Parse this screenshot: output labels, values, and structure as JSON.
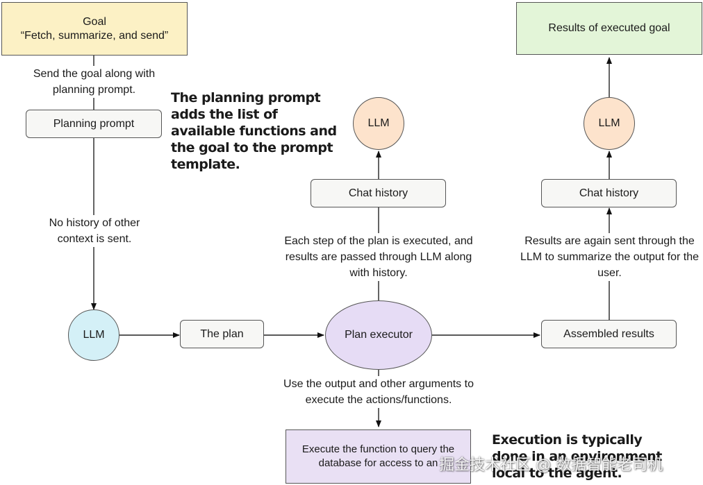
{
  "goal": {
    "title": "Goal",
    "text": "“Fetch, summarize, and send”"
  },
  "results_box": "Results of executed goal",
  "planning_prompt": "Planning prompt",
  "edge_labels": {
    "send_goal": "Send the goal along with planning prompt.",
    "no_history": "No history of other context is sent.",
    "each_step": "Each step of the plan is executed, and results are passed through LLM along with history.",
    "results_again": "Results are again sent through the LLM to summarize the output for the user.",
    "use_output": "Use the output and other arguments to execute the actions/functions."
  },
  "notes": {
    "planning_prompt_note": "The planning prompt adds the list of available functions and the goal to the prompt template.",
    "execution_note": "Execution is typically done in an environment local to the agent."
  },
  "llm_left": "LLM",
  "llm_middle": "LLM",
  "llm_right": "LLM",
  "the_plan": "The plan",
  "plan_executor": "Plan executor",
  "chat_history_middle": "Chat history",
  "chat_history_right": "Chat history",
  "assembled_results": "Assembled results",
  "execute_function": "Execute the function to query the database for access to an",
  "watermark": "掘金技术社区 @ 数据智能老司机",
  "colors": {
    "goal_fill": "#fcf1c5",
    "results_fill": "#e3f5d8",
    "llm_orange": "#fde3cc",
    "llm_blue": "#d4f0f7",
    "executor_fill": "#e6dcf5",
    "box_fill": "#f7f7f5"
  }
}
